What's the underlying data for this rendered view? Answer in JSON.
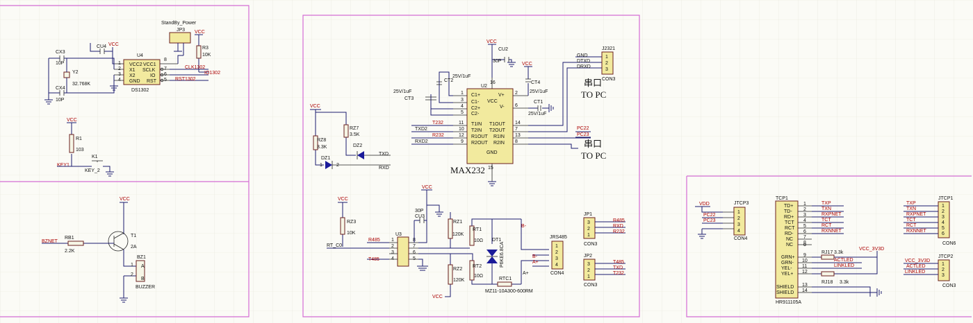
{
  "diagram": {
    "sections": [
      {
        "id": "rtc"
      },
      {
        "id": "serial"
      },
      {
        "id": "ethernet"
      }
    ],
    "rtc": {
      "header": "StandBy_Power",
      "jp3": "JP3",
      "u4": "U4",
      "u4_part": "DS1302",
      "u4_pins_left": [
        "VCC2",
        "X1",
        "X2",
        "GND"
      ],
      "u4_pins_right": [
        "VCC1",
        "SCLK",
        "IO",
        "RST"
      ],
      "u4_pin_nums_left": [
        "1",
        "2",
        "3",
        "4"
      ],
      "u4_pin_nums_right": [
        "8",
        "7",
        "6",
        "5"
      ],
      "cu4": "CU4",
      "cx3": "CX3",
      "cx3_val": "10P",
      "cx4": "CX4",
      "cx4_val": "10P",
      "y2": "Y2",
      "y2_val": "32.768K",
      "r3": "R3",
      "r3_val": "10K",
      "net_clk": "CLK1302",
      "net_io": "IO1302",
      "net_rst": "RST1302",
      "vcc": "VCC",
      "r1": "R1",
      "r1_val": "103",
      "k1": "K1",
      "k1_val": "KEY_2",
      "net_key": "KEY1",
      "t1": "T1",
      "t1_val": "2A",
      "rb1": "RB1",
      "rb1_val": "2.2K",
      "net_bz": "BZNET",
      "bz1": "BZ1",
      "bz1_val": "BUZZER",
      "bz_a": "A",
      "bz_b": "B",
      "bz_p1": "1",
      "bz_p2": "2"
    },
    "serial": {
      "u2": "U2",
      "u2_part": "MAX232",
      "u2_pins_left": [
        "C1+",
        "C1-",
        "C2+",
        "C2-",
        "T1IN",
        "T2IN",
        "R1OUT",
        "R2OUT"
      ],
      "u2_nums_left": [
        "1",
        "3",
        "4",
        "5",
        "11",
        "10",
        "12",
        "9"
      ],
      "u2_pins_right": [
        "V+",
        "V-",
        "T1OUT",
        "T2OUT",
        "R1IN",
        "R2IN"
      ],
      "u2_nums_right": [
        "2",
        "6",
        "14",
        "7",
        "13",
        "8"
      ],
      "u2_vcc": "VCC",
      "u2_gnd": "GND",
      "u2_pin16": "16",
      "u2_pin15": "15",
      "cu2": "CU2",
      "cu2_val": "30P",
      "ct2": "CT2",
      "ct2_val": "25V/1uF",
      "ct3": "CT3",
      "ct3_val": "25V/1uF",
      "ct4": "CT4",
      "ct4_val": "25V/1uF",
      "ct1": "CT1",
      "ct1_val": "25V/1uF",
      "vcc": "VCC",
      "net_t232": "T232",
      "net_txd2": "TXD2",
      "net_r232": "R232",
      "net_rxd2": "RXD2",
      "net_pc22": "PC22",
      "net_pc23": "PC23",
      "j2321": "J2321",
      "j2321_part": "CON3",
      "j2321_nets": [
        "GND",
        "DTXD",
        "DRXD"
      ],
      "j2321_pins": [
        "1",
        "2",
        "3"
      ],
      "to_pc": "TO PC",
      "port_label": "串口",
      "rz8": "RZ8",
      "rz8_val": "3.3K",
      "rz7": "RZ7",
      "rz7_val": "3.5K",
      "dz1": "DZ1",
      "dz2": "DZ2",
      "net_txd": "TXD",
      "net_rxd": "RXD",
      "dz_p1": "1",
      "dz_p2": "2",
      "rz3": "RZ3",
      "rz3_val": "10K",
      "u3": "U3",
      "u3_nums_left": [
        "1",
        "2",
        "3",
        "4"
      ],
      "u3_nums_right": [
        "8",
        "7",
        "6",
        "5"
      ],
      "cu3": "CU3",
      "cu3_val": "30P",
      "net_r485": "R485",
      "net_t485": "T485",
      "net_rtc0": "RT_C0",
      "rz1": "RZ1",
      "rz1_val": "120K",
      "rz2": "RZ2",
      "rz2_val": "120K",
      "rt1": "RT1",
      "rt1_val": "10Ω",
      "rt2": "RT2",
      "rt2_val": "10Ω",
      "dt1": "DT1",
      "dt1_part": "P6KE6.8CA",
      "rtc1": "RTC1",
      "rtc1_part": "MZ11-10A300-600RM",
      "net_bm": "B-",
      "net_ap": "A+",
      "jrs485": "JRS485",
      "jrs485_part": "CON4",
      "jrs485_pins": [
        "1",
        "2",
        "3",
        "4"
      ],
      "jp1": "JP1",
      "jp1_part": "CON3",
      "jp1_nets": [
        "R485",
        "RXD",
        "R232"
      ],
      "jp2": "JP2",
      "jp2_part": "CON3",
      "jp2_nets": [
        "T485",
        "TXD",
        "T232"
      ],
      "jp_pins": [
        "3",
        "2",
        "1"
      ]
    },
    "ethernet": {
      "vdd": "VDD",
      "jtcp3": "JTCP3",
      "jtcp3_part": "CON4",
      "jtcp3_nets": [
        "PC22",
        "PC23"
      ],
      "jtcp3_pins": [
        "1",
        "2",
        "3",
        "4"
      ],
      "tcp1": "TCP1",
      "tcp1_part": "HR911105A",
      "tcp1_pins": [
        "TD+",
        "TD-",
        "RD+",
        "TCT",
        "RCT",
        "RD-",
        "NC",
        "NC",
        "GRN+",
        "GRN-",
        "YEL-",
        "YEL+",
        "SHIELD",
        "SHIELD"
      ],
      "tcp1_nums": [
        "1",
        "2",
        "3",
        "4",
        "5",
        "6",
        "7",
        "8",
        "9",
        "10",
        "11",
        "12",
        "13",
        "14"
      ],
      "tcp1_nets": [
        "TXP",
        "TXN",
        "RXPNET",
        "TCT",
        "RCT",
        "RXNNET"
      ],
      "rj17": "RJ17",
      "rj17_val": "3.3k",
      "rj18": "RJ18",
      "rj18_val": "3.3k",
      "net_actled": "ACTLED",
      "net_linkled": "LINKLED",
      "vcc3v3": "VCC_3V3D",
      "vcc3v3_b": "VCC_3V3D",
      "jtcp1": "JTCP1",
      "jtcp1_part": "CON6",
      "jtcp1_nets": [
        "TXP",
        "TXN",
        "RXPNET",
        "TCT",
        "RCT",
        "RXNNET"
      ],
      "jtcp1_pins": [
        "1",
        "2",
        "3",
        "4",
        "5",
        "6"
      ],
      "jtcp2": "JTCP2",
      "jtcp2_part": "CON3",
      "jtcp2_nets": [
        "VCC_3V3D",
        "ACTLED",
        "LINKLED"
      ],
      "jtcp2_pins": [
        "1",
        "2",
        "3"
      ]
    }
  }
}
